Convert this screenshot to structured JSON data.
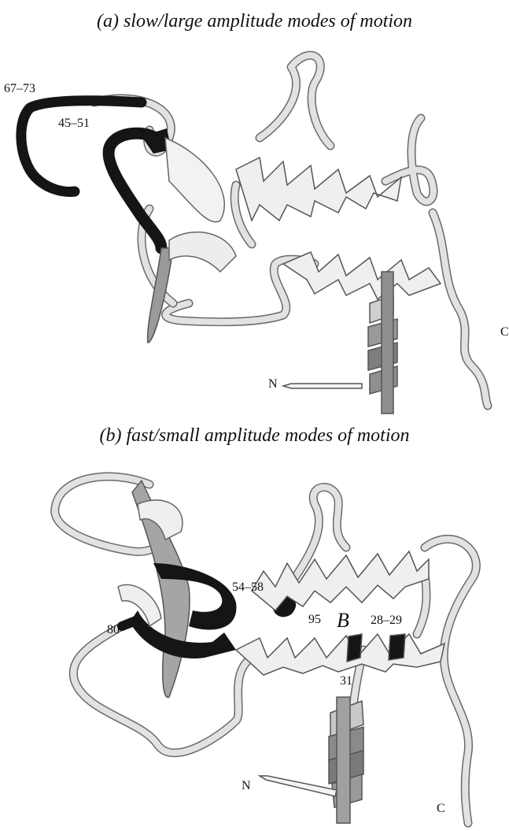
{
  "panel_a": {
    "title": "(a) slow/large amplitude modes of motion",
    "labels": {
      "region_67_73": "67–73",
      "region_45_51": "45–51",
      "terminus_n": "N",
      "terminus_c": "C"
    }
  },
  "panel_b": {
    "title": "(b) fast/small amplitude modes of motion",
    "labels": {
      "region_54_58": "54–58",
      "region_80": "80",
      "region_95": "95",
      "helix_b": "B",
      "region_28_29": "28–29",
      "region_31": "31",
      "terminus_n": "N",
      "terminus_c": "C"
    }
  },
  "colors": {
    "backbone": "#e2e2e2",
    "outline": "#6a6a6a",
    "highlight": "#151515",
    "midtone": "#8f8f8f"
  }
}
